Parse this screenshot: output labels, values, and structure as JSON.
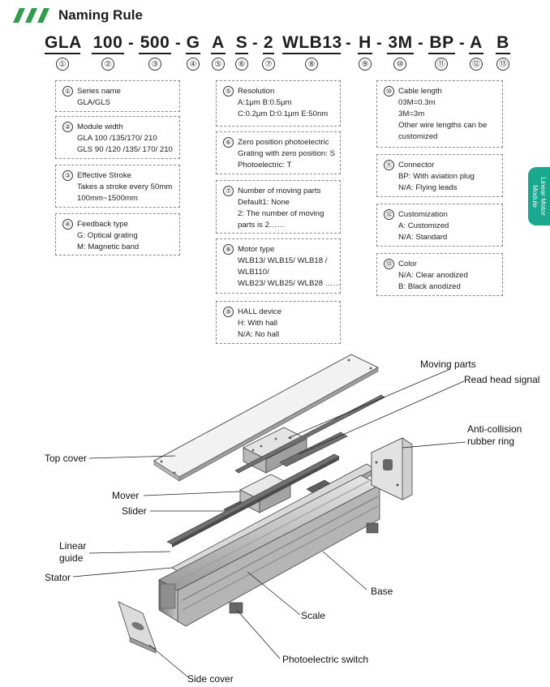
{
  "header": {
    "title": "Naming Rule"
  },
  "code": [
    {
      "text": "GLA",
      "num": "①"
    },
    {
      "text": "100",
      "num": "②"
    },
    {
      "text": "500",
      "num": "③"
    },
    {
      "text": "G",
      "num": "④"
    },
    {
      "text": "A",
      "num": "⑤"
    },
    {
      "text": "S",
      "num": "⑥"
    },
    {
      "text": "2",
      "num": "⑦"
    },
    {
      "text": "WLB13",
      "num": "⑧"
    },
    {
      "text": "H",
      "num": "⑨"
    },
    {
      "text": "3M",
      "num": "⑩"
    },
    {
      "text": "BP",
      "num": "⑪"
    },
    {
      "text": "A",
      "num": "⑫"
    },
    {
      "text": "B",
      "num": "⑬"
    }
  ],
  "dash": "-",
  "boxes": {
    "b1": {
      "num": "①",
      "title": "Series name",
      "lines": [
        "GLA/GLS"
      ]
    },
    "b2": {
      "num": "②",
      "title": "Module width",
      "lines": [
        "GLA 100 /135/170/ 210",
        "GLS 90 /120 /135/ 170/ 210"
      ]
    },
    "b3": {
      "num": "③",
      "title": "Effective Stroke",
      "lines": [
        "Takes a stroke every 50mm",
        "100mm~1500mm"
      ]
    },
    "b4": {
      "num": "④",
      "title": "Feedback type",
      "lines": [
        "G: Optical grating",
        "M: Magnetic band"
      ]
    },
    "b5": {
      "num": "⑤",
      "title": "Resolution",
      "lines": [
        "A:1μm B:0.5μm",
        "C:0.2μm D:0.1μm E:50nm"
      ]
    },
    "b6": {
      "num": "⑥",
      "title": "Zero position photoelectric",
      "lines": [
        "Grating with zero position: S",
        "Photoelectric: T"
      ]
    },
    "b7": {
      "num": "⑦",
      "title": "Number of moving parts",
      "lines": [
        "Default1: None",
        "2: The number of moving",
        "parts is 2……"
      ]
    },
    "b8": {
      "num": "⑧",
      "title": "Motor type",
      "lines": [
        "WLB13/ WLB15/ WLB18 /",
        "WLB110/",
        "WLB23/ WLB25/ WLB28 ……"
      ]
    },
    "b9": {
      "num": "⑨",
      "title": "HALL device",
      "lines": [
        "H: With hall",
        "N/A: No hall"
      ]
    },
    "b10": {
      "num": "⑩",
      "title": "Cable length",
      "lines": [
        "03M=0.3m",
        "3M=3m",
        "Other wire lengths can be",
        "customized"
      ]
    },
    "b11": {
      "num": "⑪",
      "title": "Connector",
      "lines": [
        "BP:   With aviation plug",
        "N/A: Flying leads"
      ]
    },
    "b12": {
      "num": "⑫",
      "title": "Customization",
      "lines": [
        "A:   Customized",
        "N/A: Standard"
      ]
    },
    "b13": {
      "num": "⑬",
      "title": "Color",
      "lines": [
        "N/A: Clear anodized",
        "B:   Black anodized"
      ]
    }
  },
  "side_tab": {
    "line1": "Linear Motor",
    "line2": "Module"
  },
  "diagram": {
    "moving_parts": "Moving parts",
    "read_head_signal": "Read head signal",
    "anti_collision_1": "Anti-collision",
    "anti_collision_2": "rubber ring",
    "top_cover": "Top cover",
    "mover": "Mover",
    "slider": "Slider",
    "linear_guide_1": "Linear",
    "linear_guide_2": "guide",
    "stator": "Stator",
    "base": "Base",
    "scale": "Scale",
    "photoelectric_switch": "Photoelectric switch",
    "side_cover": "Side cover"
  },
  "colors": {
    "accent": "#1aa88f",
    "logo": "#2e9e4b"
  }
}
